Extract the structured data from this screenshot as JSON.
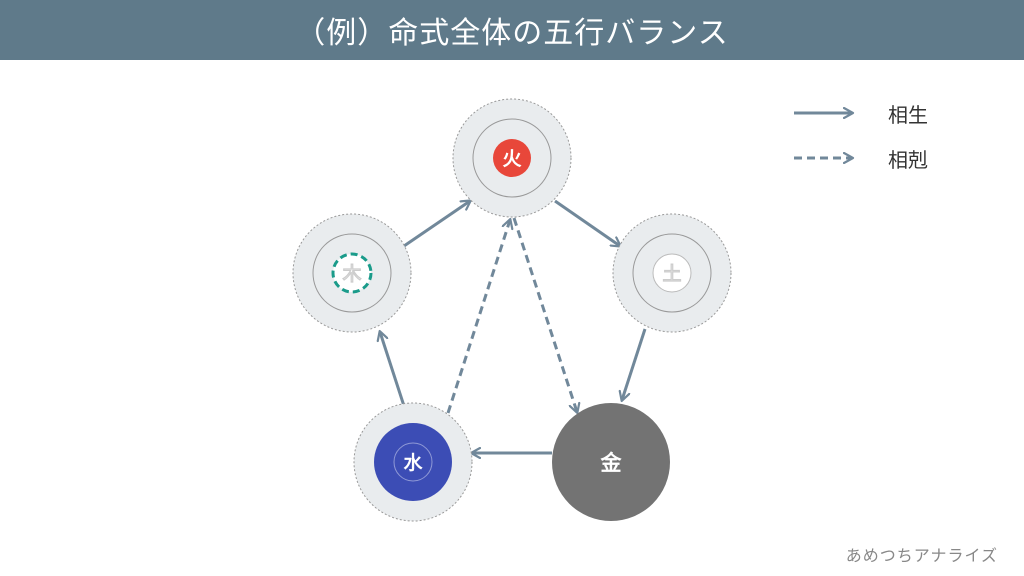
{
  "title": "（例）命式全体の五行バランス",
  "legend": {
    "generating_label": "相生",
    "overcoming_label": "相剋"
  },
  "elements": {
    "fire": {
      "label": "火",
      "color": "#e8473a"
    },
    "earth": {
      "label": "土",
      "color": "#ffffff"
    },
    "metal": {
      "label": "金",
      "color": "#737373"
    },
    "water": {
      "label": "水",
      "color": "#3c4db5"
    },
    "wood": {
      "label": "木",
      "color": "#1a9b8a"
    }
  },
  "colors": {
    "arrow": "#71889a",
    "node_bg": "#e9ecee",
    "title_bar": "#5f7a8a"
  },
  "watermark": "あめつちアナライズ"
}
